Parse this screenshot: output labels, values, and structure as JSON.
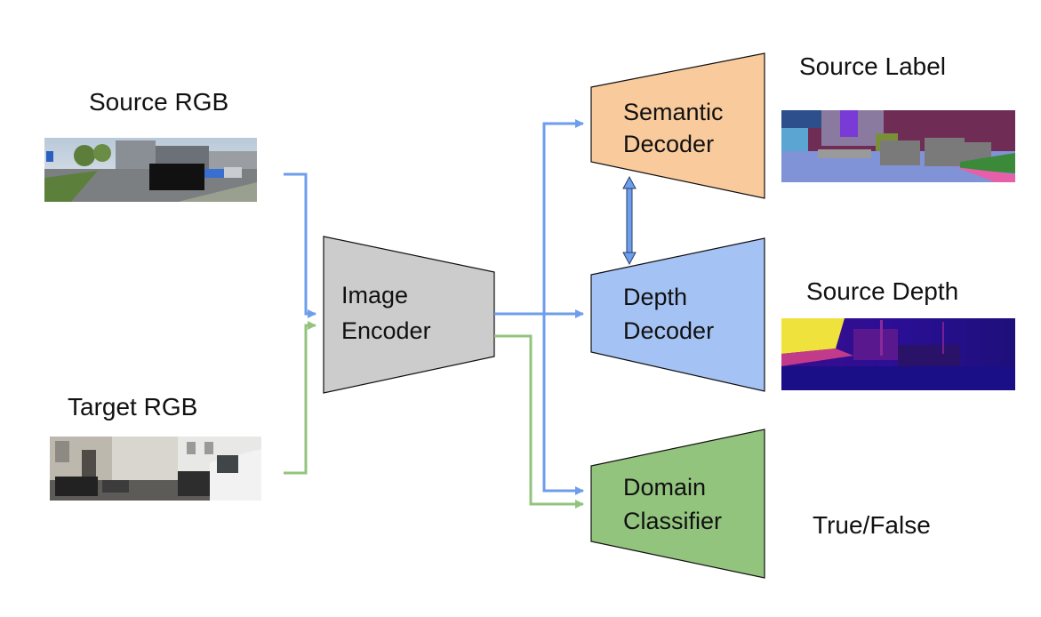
{
  "labels": {
    "source_rgb": "Source RGB",
    "target_rgb": "Target RGB",
    "source_label": "Source Label",
    "source_depth": "Source Depth",
    "true_false": "True/False"
  },
  "blocks": {
    "encoder": {
      "line1": "Image",
      "line2": "Encoder"
    },
    "semantic": {
      "line1": "Semantic",
      "line2": "Decoder"
    },
    "depth": {
      "line1": "Depth",
      "line2": "Decoder"
    },
    "domain": {
      "line1": "Domain",
      "line2": "Classifier"
    }
  },
  "colors": {
    "source_arrow": "#6d9eeb",
    "target_arrow": "#93c47d",
    "encoder_fill": "#cccccc",
    "semantic_fill": "#f9cb9c",
    "depth_fill": "#a4c2f4",
    "domain_fill": "#93c47d",
    "double_arrow": "#6d9eeb"
  },
  "images": {
    "source_rgb": "photo-thumbnail-street-scene",
    "target_rgb": "photo-thumbnail-street-scene",
    "source_label": "semantic-segmentation-map",
    "source_depth": "depth-map"
  }
}
